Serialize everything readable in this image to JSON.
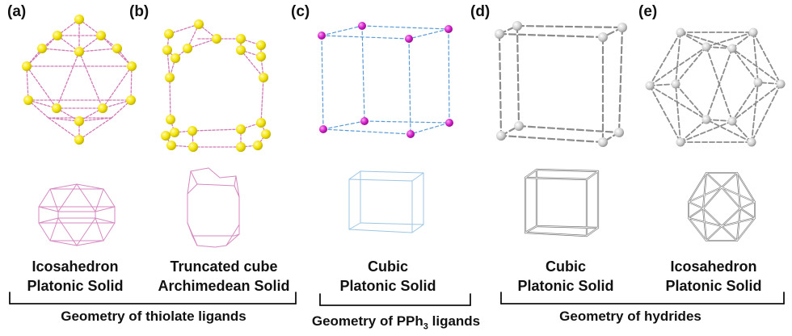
{
  "panels": [
    {
      "label": "(a)",
      "caption1": "Icosahedron",
      "caption2": "Platonic Solid"
    },
    {
      "label": "(b)",
      "caption1": "Truncated cube",
      "caption2": "Archimedean Solid"
    },
    {
      "label": "(c)",
      "caption1": "Cubic",
      "caption2": "Platonic Solid"
    },
    {
      "label": "(d)",
      "caption1": "Cubic",
      "caption2": "Platonic Solid"
    },
    {
      "label": "(e)",
      "caption1": "Icosahedron",
      "caption2": "Platonic Solid"
    }
  ],
  "groups": {
    "thiolate": "Geometry of thiolate ligands",
    "pph3_prefix": "Geometry of PPh",
    "pph3_sub": "3",
    "pph3_suffix": " ligands",
    "hydrides": "Geometry of hydrides"
  },
  "colors": {
    "gold_atom": "#f2e200",
    "gold_edge": "#d27ab4",
    "p_atom": "#d21bc8",
    "p_edge": "#5b9bd5",
    "h_atom": "#d0d0d0",
    "h_edge": "#8c8c8c",
    "wire_pink": "#d68ac0",
    "wire_blue": "#9cc6e4",
    "wire_gray": "#7a7a7a"
  }
}
